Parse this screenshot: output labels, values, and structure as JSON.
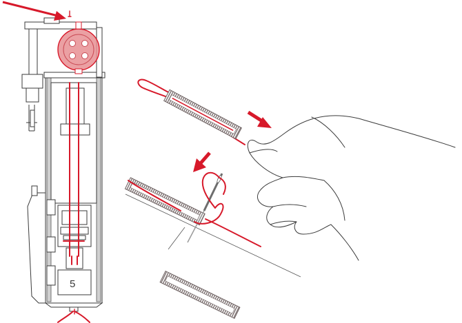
{
  "figure": {
    "foot_label": "5",
    "colors": {
      "thread": "#d7192a",
      "button": "#e88f93",
      "outline": "#3a3a3a",
      "buttonhole": "#8a8080"
    },
    "elements": [
      "buttonhole-presser-foot",
      "button-in-holder",
      "arrow-to-button-holder",
      "thread-loop-removed",
      "hand-pulling-loop",
      "arrow-pull-direction",
      "arrow-down-to-next-step",
      "needle-threaded",
      "buttonhole-with-thread",
      "fabric-edges",
      "finished-buttonhole"
    ]
  }
}
